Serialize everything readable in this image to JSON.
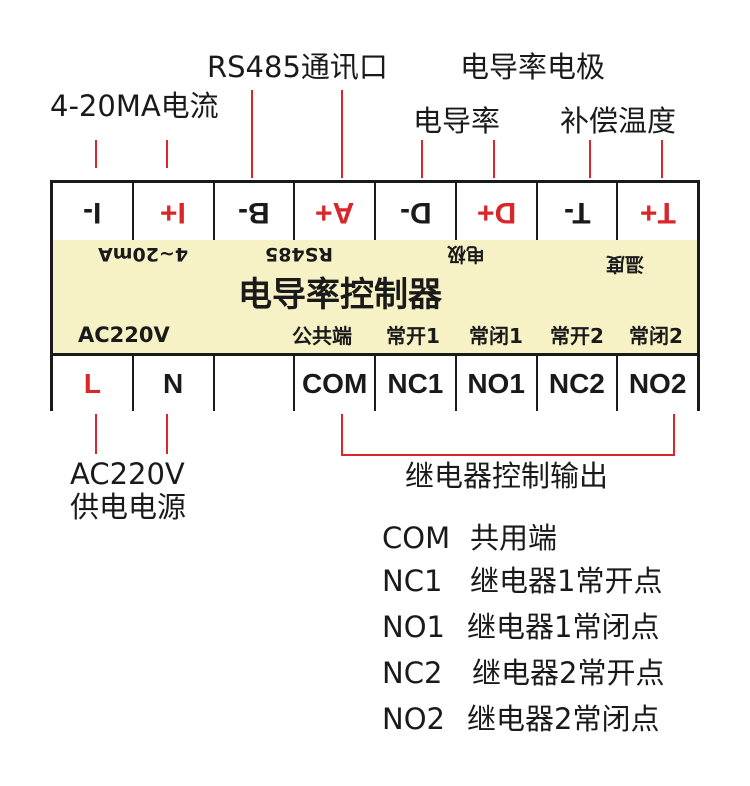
{
  "top_labels": {
    "rs485_port": "RS485通讯口",
    "conductivity_electrode": "电导率电极",
    "ma_current": "4-20MA电流",
    "conductivity": "电导率",
    "temp_comp": "补偿温度"
  },
  "top_terminals": [
    "I-",
    "I+",
    "B-",
    "A+",
    "D-",
    "D+",
    "T-",
    "T+"
  ],
  "top_terminal_colors": [
    "black",
    "red",
    "black",
    "red",
    "black",
    "red",
    "black",
    "red"
  ],
  "panel": {
    "upside_ma": "4~20mA",
    "upside_rs485": "RS485",
    "upside_electrode": "电极",
    "upside_temp": "温度",
    "title": "电导率控制器",
    "ac_label": "AC220V",
    "sub_labels": [
      "公共端",
      "常开1",
      "常闭1",
      "常开2",
      "常闭2"
    ]
  },
  "bottom_terminals": [
    "L",
    "N",
    "",
    "COM",
    "NC1",
    "NO1",
    "NC2",
    "NO2"
  ],
  "bottom_terminal_colors": [
    "red",
    "black",
    "black",
    "black",
    "black",
    "black",
    "black",
    "black"
  ],
  "bottom_labels": {
    "power_line1": "AC220V",
    "power_line2": "供电电源",
    "relay_output": "继电器控制输出"
  },
  "legend": [
    {
      "code": "COM",
      "desc": "共用端"
    },
    {
      "code": "NC1",
      "desc": "继电器1常开点"
    },
    {
      "code": "NO1",
      "desc": "继电器1常闭点"
    },
    {
      "code": "NC2",
      "desc": "继电器2常开点"
    },
    {
      "code": "NO2",
      "desc": "继电器2常闭点"
    }
  ],
  "colors": {
    "accent_red": "#d8262b",
    "panel_bg": "#f6f2c6",
    "line": "#1a1a1a"
  }
}
